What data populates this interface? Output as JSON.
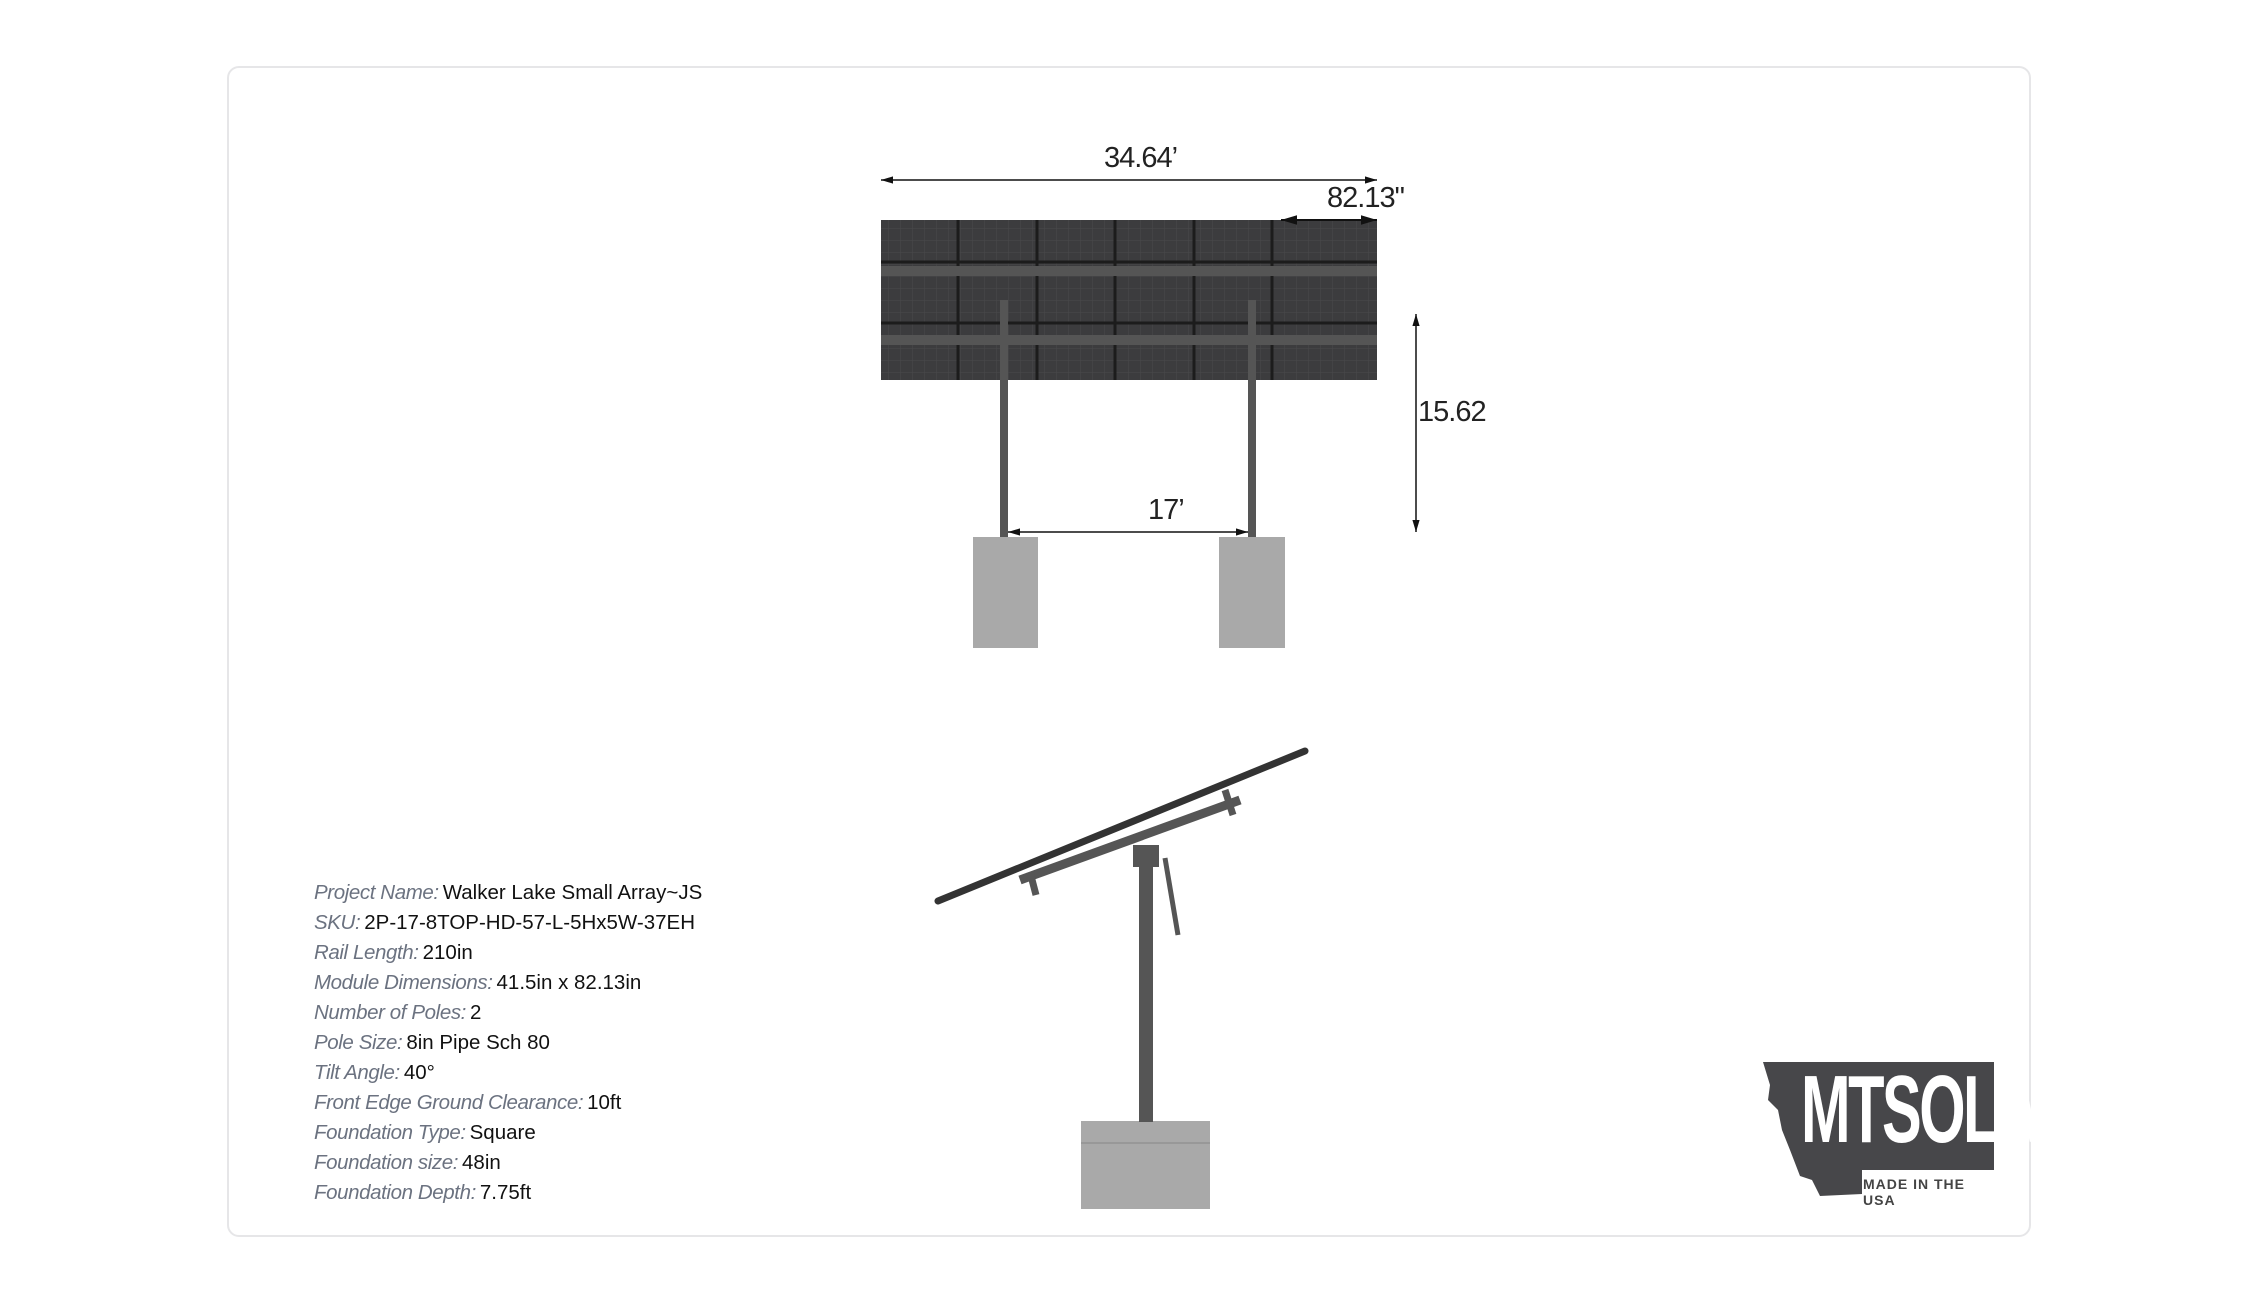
{
  "front_view": {
    "overall_width": "34.64’",
    "module_width": "82.13\"",
    "height": "15.62",
    "pole_spacing": "17’"
  },
  "specs": [
    {
      "label": "Project Name:",
      "value": "Walker Lake Small Array~JS"
    },
    {
      "label": "SKU:",
      "value": "2P-17-8TOP-HD-57-L-5Hx5W-37EH"
    },
    {
      "label": "Rail Length:",
      "value": "210in"
    },
    {
      "label": "Module Dimensions:",
      "value": "41.5in x 82.13in"
    },
    {
      "label": "Number of Poles:",
      "value": "2"
    },
    {
      "label": "Pole Size:",
      "value": "8in Pipe Sch 80"
    },
    {
      "label": "Tilt Angle:",
      "value": "40°"
    },
    {
      "label": "Front Edge Ground Clearance:",
      "value": "10ft"
    },
    {
      "label": "Foundation Type:",
      "value": "Square"
    },
    {
      "label": "Foundation size:",
      "value": "48in"
    },
    {
      "label": "Foundation Depth:",
      "value": "7.75ft"
    }
  ],
  "logo": {
    "brand": "MTSOLAR",
    "tagline": "MADE IN THE USA"
  },
  "colors": {
    "panel": "#3c3c3e",
    "steel": "#555558",
    "concrete": "#a9a9a9",
    "label": "#6b7280"
  }
}
